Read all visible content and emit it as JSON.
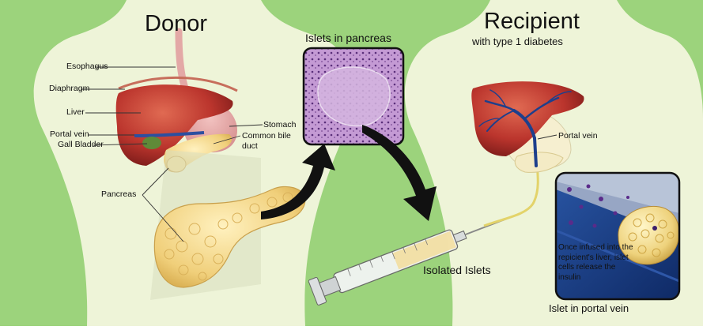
{
  "labels": {
    "donor": "Donor",
    "recipient": "Recipient",
    "recipient_subtitle": "with type 1 diabetes",
    "islets_in_pancreas": "Islets in pancreas",
    "esophagus": "Esophagus",
    "diaphragm": "Diaphragm",
    "liver": "Liver",
    "portal_vein_donor": "Portal vein",
    "gall_bladder": "Gall Bladder",
    "stomach": "Stomach",
    "common_bile_duct_1": "Common bile",
    "common_bile_duct_2": "duct",
    "pancreas": "Pancreas",
    "portal_vein_recipient": "Portal vein",
    "isolated_islets": "Isolated Islets",
    "islet_in_portal_vein": "Islet in portal vein",
    "infusion_note": "Once infused into the repicient's liver, islet cells release the insulin"
  },
  "colors": {
    "background": "#9cd37c",
    "body": "#eef4d8",
    "liver": "#b8312c",
    "pancreas": "#f3d98a",
    "vein": "#1d3f8c",
    "islets_tissue": "#b58ac9"
  }
}
